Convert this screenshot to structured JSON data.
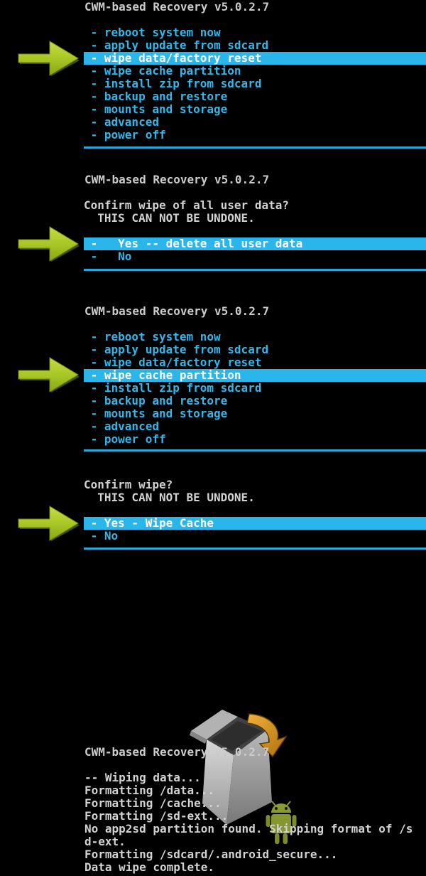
{
  "colors": {
    "background": "#000000",
    "menu_text": "#35b6e9",
    "highlight_bg": "#2ab6ea",
    "highlight_text": "#ffffff",
    "heading_text": "#cbcbcb",
    "log_text": "#d2d2d2",
    "separator": "#2aa7d7",
    "arrow_green": "#a6c424"
  },
  "icons": {
    "selection_arrow": "green-right-arrow",
    "wipe_graphic": "recovery-open-box-with-orange-arrow",
    "mascot": "android-robot"
  },
  "p1": {
    "title": "CWM-based Recovery v5.0.2.7",
    "menu": [
      " - reboot system now",
      " - apply update from sdcard",
      " - wipe data/factory reset",
      " - wipe cache partition",
      " - install zip from sdcard",
      " - backup and restore",
      " - mounts and storage",
      " - advanced",
      " - power off"
    ],
    "selected_index": 2
  },
  "p2": {
    "title": "CWM-based Recovery v5.0.2.7",
    "prompt_line1": "Confirm wipe of all user data?",
    "prompt_line2": "  THIS CAN NOT BE UNDONE.",
    "menu": [
      " -   Yes -- delete all user data",
      " -   No"
    ],
    "selected_index": 0
  },
  "p3": {
    "title": "CWM-based Recovery v5.0.2.7",
    "menu": [
      " - reboot system now",
      " - apply update from sdcard",
      " - wipe data/factory reset",
      " - wipe cache partition",
      " - install zip from sdcard",
      " - backup and restore",
      " - mounts and storage",
      " - advanced",
      " - power off"
    ],
    "selected_index": 3
  },
  "p4": {
    "prompt_line1": "Confirm wipe?",
    "prompt_line2": "  THIS CAN NOT BE UNDONE.",
    "menu": [
      " - Yes - Wipe Cache",
      " - No"
    ],
    "selected_index": 0
  },
  "p5": {
    "title": "CWM-based Recovery v5.0.2.7",
    "log": [
      "-- Wiping data...",
      "Formatting /data...",
      "Formatting /cache...",
      "Formatting /sd-ext...",
      "No app2sd partition found. Skipping format of /s",
      "d-ext.",
      "Formatting /sdcard/.android_secure...",
      "Data wipe complete."
    ]
  }
}
